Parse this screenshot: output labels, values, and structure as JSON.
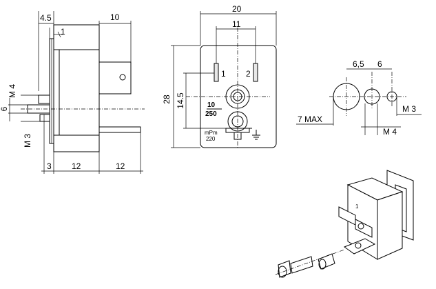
{
  "side_view": {
    "dims": {
      "top_4_5": "4.5",
      "top_1": "1",
      "top_10": "10",
      "m4": "M 4",
      "six": "6",
      "m3": "M 3",
      "bottom_3": "3",
      "bottom_12a": "12",
      "bottom_12b": "12"
    }
  },
  "front_view": {
    "dims": {
      "width_20": "20",
      "pins_11": "11",
      "height_28": "28",
      "height_14_5": "14.5"
    },
    "pin_labels": {
      "pin1": "1",
      "pin2": "2"
    },
    "fuse_rating": {
      "top": "10",
      "bottom": "250"
    },
    "maker_text": {
      "line1": "mPm",
      "line2": "220"
    }
  },
  "holes_view": {
    "dims": {
      "d_6_5": "6,5",
      "d_6": "6",
      "max_7": "7 MAX",
      "m3": "M 3",
      "m4": "M 4"
    }
  },
  "iso_view": {
    "pin_label": "1"
  }
}
